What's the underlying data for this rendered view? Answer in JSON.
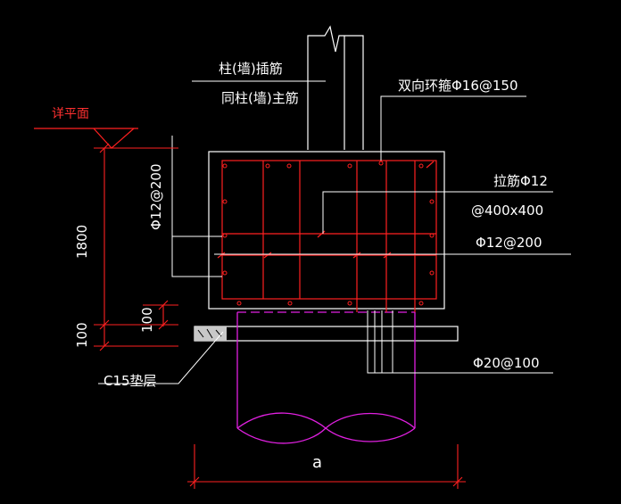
{
  "labels": {
    "column_dowel": "柱(墙)插筋",
    "same_as_main": "同柱(墙)主筋",
    "ring_stirrup": "双向环箍Φ16@150",
    "tie_bar": "拉筋Φ12",
    "tie_spacing": "@400x400",
    "horiz_bar": "Φ12@200",
    "vert_bar": "Φ12@200",
    "pile_bar": "Φ20@100",
    "cushion": "C15垫层",
    "plane": "详平面",
    "width": "a"
  },
  "dimensions": {
    "depth_total": "1800",
    "cap_bottom": "100",
    "cushion_thk": "100"
  },
  "colors": {
    "background": "#000000",
    "outline": "#ffffff",
    "rebar": "#ff2020",
    "pile": "#e020e0"
  }
}
